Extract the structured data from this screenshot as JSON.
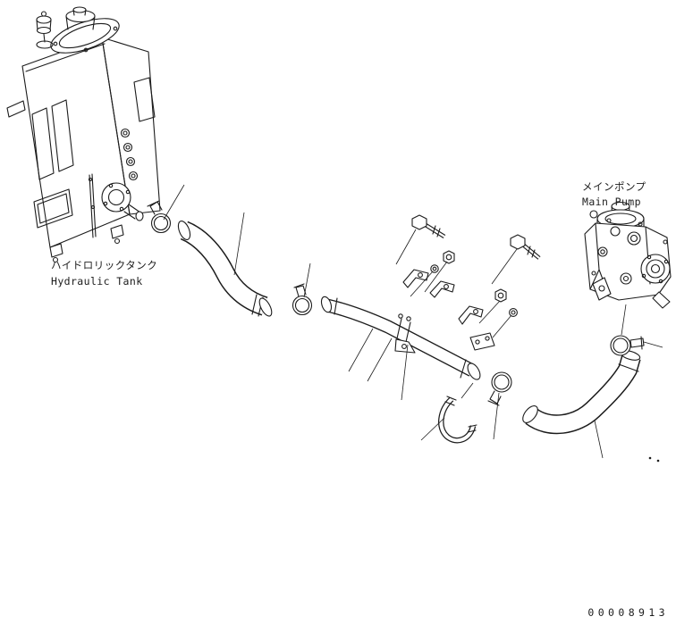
{
  "page": {
    "background": "#ffffff",
    "ink": "#1c1c1c"
  },
  "labels": {
    "tank_jp": "ハイドロリックタンク",
    "tank_en": "Hydraulic Tank",
    "pump_jp": "メインポンプ",
    "pump_en": "Main Pump"
  },
  "drawing_number": "00008913",
  "components": [
    "hydraulic-tank",
    "breather-cap",
    "suction-hose",
    "hose-clamp-tank-side",
    "hose-clamp-pipe-side",
    "delivery-pipe",
    "pipe-mount-bracket",
    "flange-bolt-left",
    "hex-nut-left",
    "washer-left",
    "angle-bracket-a",
    "angle-bracket-b",
    "flange-bolt-right",
    "hex-nut-right",
    "washer-right",
    "angle-bracket-c",
    "two-hole-clamp-plate",
    "u-bolt",
    "hose-clamp-lower",
    "discharge-hose",
    "hose-clamp-pump-side",
    "main-pump"
  ]
}
